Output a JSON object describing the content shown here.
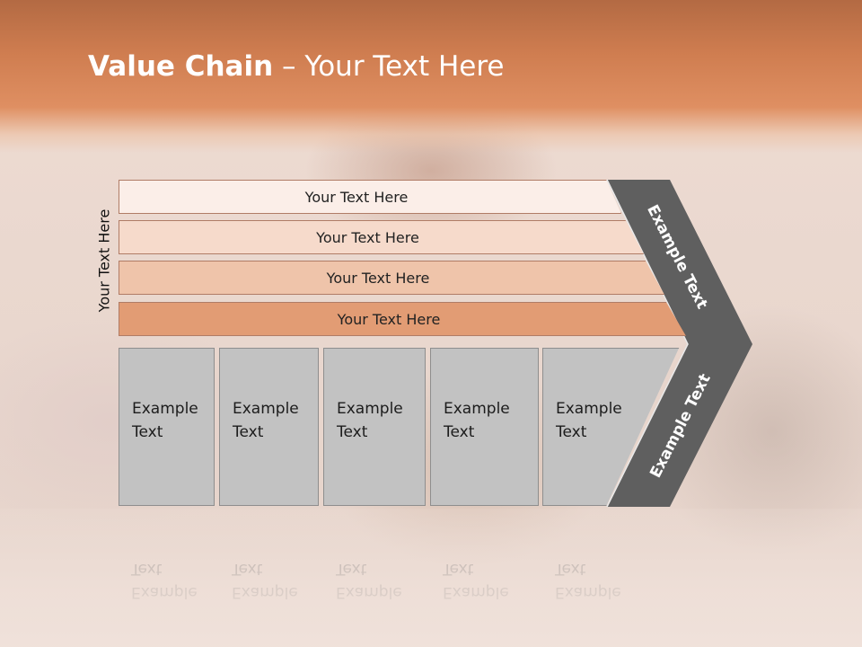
{
  "slide": {
    "title_strong": "Value Chain",
    "title_rest": " – Your Text Here",
    "side_label": "Your Text Here",
    "bands": [
      "Your Text Here",
      "Your Text Here",
      "Your Text Here",
      "Your Text Here"
    ],
    "band_colors": [
      "#fbeee8",
      "#f6dacb",
      "#efc4aa",
      "#e29c74"
    ],
    "boxes": [
      {
        "line1": "Example",
        "line2": "Text"
      },
      {
        "line1": "Example",
        "line2": "Text"
      },
      {
        "line1": "Example",
        "line2": "Text"
      },
      {
        "line1": "Example",
        "line2": "Text"
      },
      {
        "line1": "Example",
        "line2": "Text"
      }
    ],
    "chevron_top_text": "Example Text",
    "chevron_bottom_text": "Example Text",
    "colors": {
      "title_band": "#cf7d50",
      "chevron": "#5f5f5f",
      "box": "#c2c2c2"
    }
  }
}
